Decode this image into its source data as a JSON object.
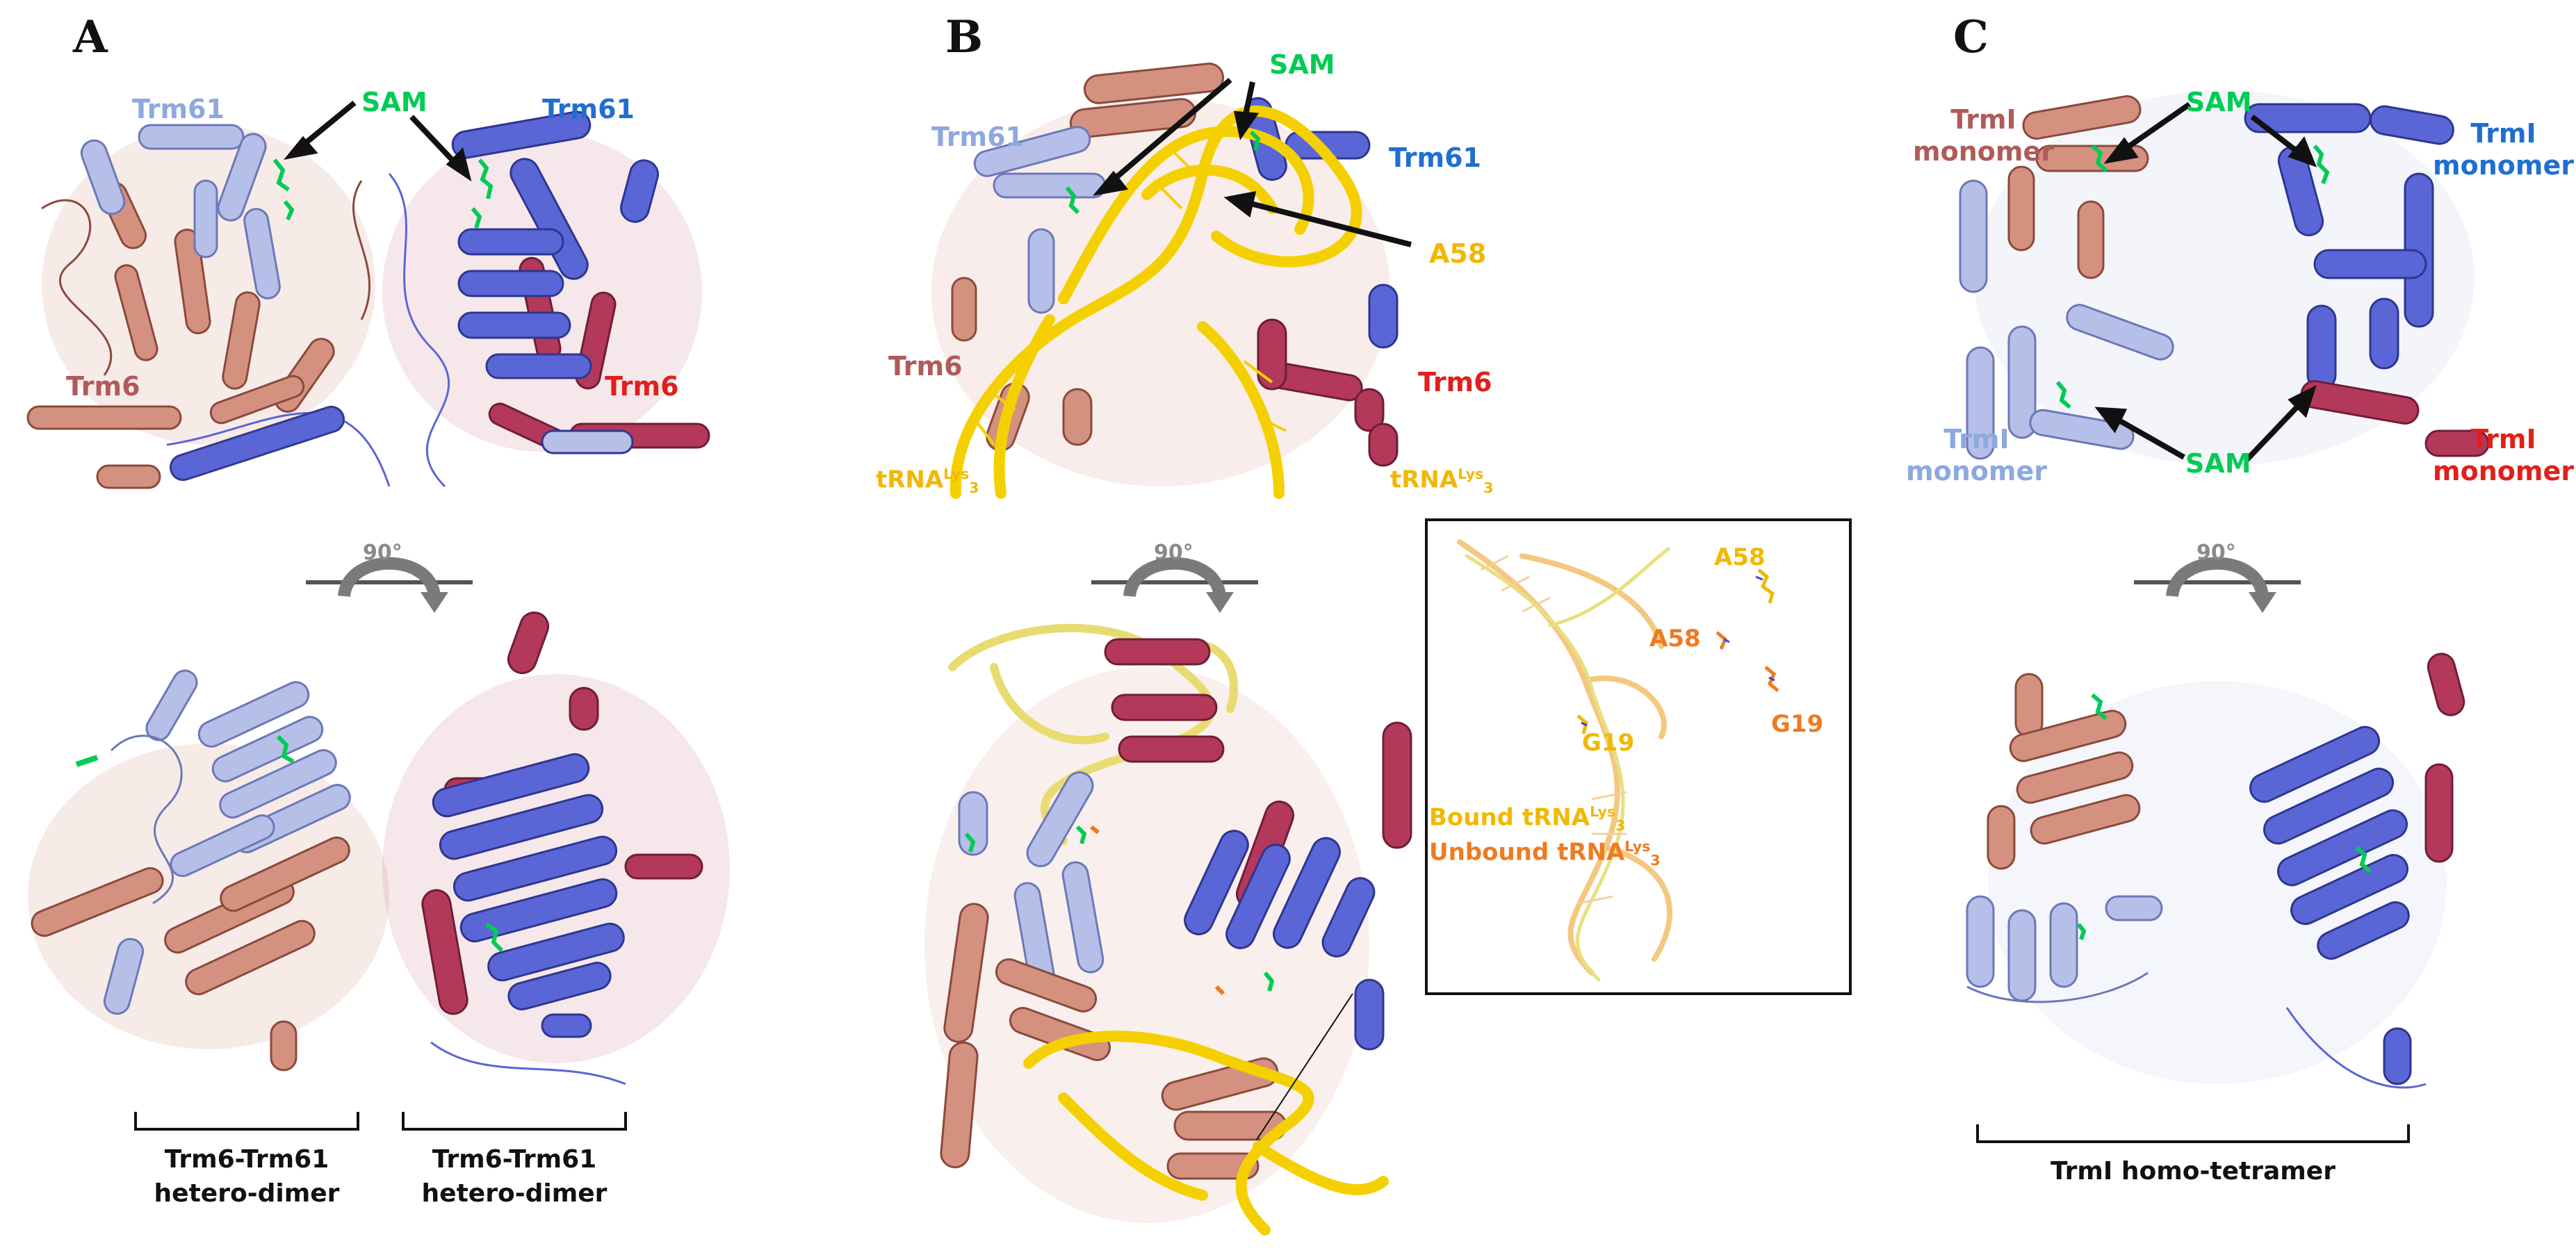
{
  "panels": {
    "A": {
      "letter": "A",
      "labels": {
        "sam": "SAM",
        "trm61_left": "Trm61",
        "trm61_right": "Trm61",
        "trm6_left": "Trm6",
        "trm6_right": "Trm6"
      },
      "rotation": "90°",
      "captions": [
        {
          "line1": "Trm6-Trm61",
          "line2": "hetero-dimer"
        },
        {
          "line1": "Trm6-Trm61",
          "line2": "hetero-dimer"
        }
      ]
    },
    "B": {
      "letter": "B",
      "labels": {
        "sam": "SAM",
        "trm61_left": "Trm61",
        "trm61_right": "Trm61",
        "a58": "A58",
        "trm6_left": "Trm6",
        "trm6_right": "Trm6",
        "trna_base": "tRNA",
        "trna_sup": "Lys",
        "trna_sub": "3"
      },
      "rotation": "90°",
      "inset": {
        "a58_bound": "A58",
        "a58_unbound": "A58",
        "g19_unbound": "G19",
        "g19_bound": "G19",
        "legend_bound_prefix": "Bound tRNA",
        "legend_unbound_prefix": "Unbound tRNA",
        "legend_sup": "Lys",
        "legend_sub": "3"
      }
    },
    "C": {
      "letter": "C",
      "labels": {
        "sam_top": "SAM",
        "sam_bottom": "SAM",
        "trml": "TrmI",
        "monomer": "monomer"
      },
      "rotation": "90°",
      "caption": "TrmI homo-tetramer"
    }
  },
  "colors": {
    "sam_green": "#00cc55",
    "trm61_light": "#8ea8e0",
    "trm61_dark": "#1f6fd1",
    "trm6_light": "#b05a5a",
    "trm6_red": "#e0201a",
    "trna_yellow": "#f5d000",
    "a58_yellow": "#f0b800",
    "unbound_orange": "#f07a20",
    "salmon": "#d4917f",
    "periwinkle": "#b6bfe8",
    "blue": "#5a66d6",
    "crimson": "#b3385a",
    "arrow": "#111111",
    "rotation_grey": "#8a8a8a"
  }
}
